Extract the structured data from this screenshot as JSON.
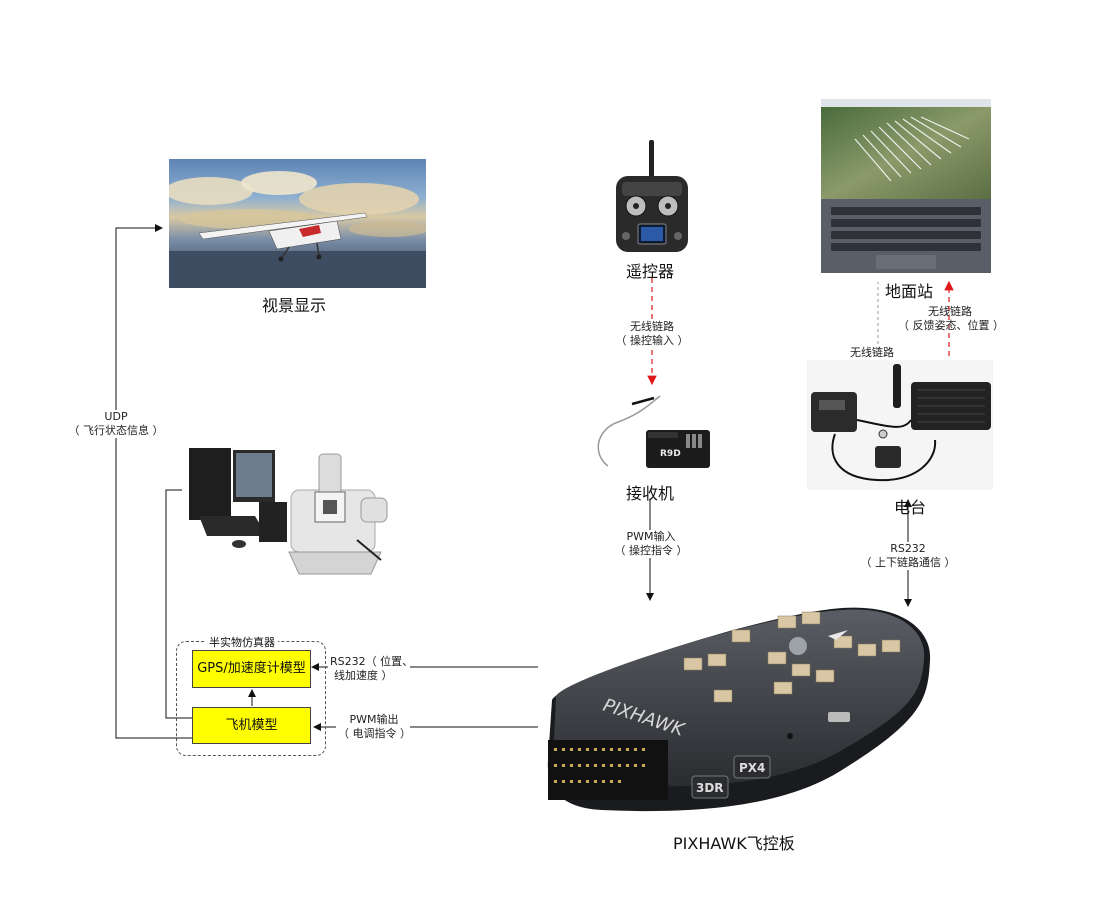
{
  "labels": {
    "visual_display": "视景显示",
    "remote_controller": "遥控器",
    "ground_station": "地面站",
    "receiver": "接收机",
    "radio_station": "电台",
    "flight_controller": "PIXHAWK飞控板",
    "hil_simulator": "半实物仿真器",
    "gps_model": "GPS/加速度计模型",
    "aircraft_model": "飞机模型"
  },
  "links": {
    "udp_line1": "UDP",
    "udp_line2": "（ 飞行状态信息 ）",
    "rc_wireless_line1": "无线链路",
    "rc_wireless_line2": "（ 操控输入 ）",
    "pwm_in_line1": "PWM输入",
    "pwm_in_line2": "（ 操控指令 ）",
    "gs_wireless_line1": "无线链路",
    "gs_wireless_line2": "（ 反馈姿态、位置 ）",
    "radio_wireless": "无线链路",
    "rs232_radio_line1": "RS232",
    "rs232_radio_line2": "（ 上下链路通信 ）",
    "rs232_gps_line1": "RS232（ 位置、",
    "rs232_gps_line2": "线加速度 ）",
    "pwm_out_line1": "PWM输出",
    "pwm_out_line2": "（ 电调指令 ）"
  },
  "devices": {
    "receiver_model": "R9D",
    "fc_brand": "PIXHAWK",
    "fc_badge_3dr": "3DR",
    "fc_badge_px4": "PX4"
  },
  "colors": {
    "model_fill": "#ffff00",
    "wireless_arrow": "#e0191a",
    "wired_arrow": "#111111"
  }
}
